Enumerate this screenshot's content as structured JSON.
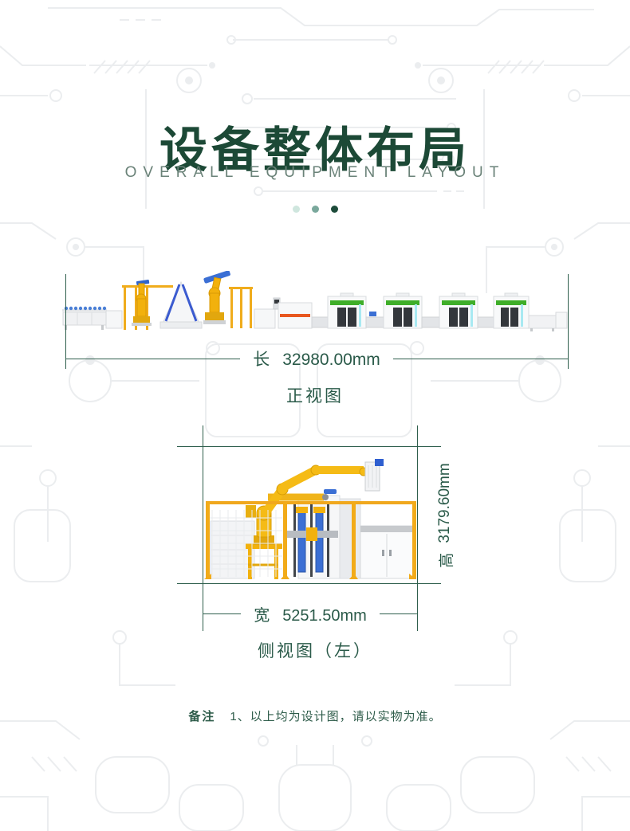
{
  "page": {
    "background": "#ffffff",
    "accent_color": "#1c4936",
    "dimension_line_color": "#2f5f4d",
    "pattern_color": "#ebedef"
  },
  "header": {
    "title": "设备整体布局",
    "subtitle": "OVERALL EQUIPMENT LAYOUT",
    "dots": [
      {
        "name": "dot-1",
        "color": "#cfe6de"
      },
      {
        "name": "dot-2",
        "color": "#7aa89c"
      },
      {
        "name": "dot-3",
        "color": "#1d4b3a"
      }
    ]
  },
  "front_view": {
    "caption": "正视图",
    "dimension": {
      "label": "长",
      "value": "32980.00mm"
    },
    "illustration": "production-line-front-view"
  },
  "side_view": {
    "caption": "侧视图（左）",
    "height_dimension": {
      "label": "高",
      "value": "3179.60mm"
    },
    "width_dimension": {
      "label": "宽",
      "value": "5251.50mm"
    },
    "illustration": "robot-cell-side-view"
  },
  "note": {
    "label": "备注",
    "text": "1、以上均为设计图，请以实物为准。"
  },
  "equipment_colors": {
    "robot_yellow": "#f2b10d",
    "fence_yellow": "#f0ac1c",
    "accent_blue": "#3b6fd4",
    "strip_green": "#3fae29",
    "light_cyan": "#a8e9f2",
    "strip_orange": "#e8571f",
    "machine_body": "#f7f8f9"
  }
}
